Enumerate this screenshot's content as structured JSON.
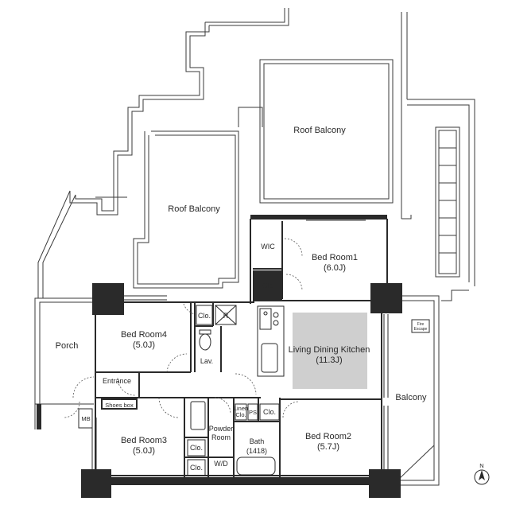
{
  "rooms": {
    "roof_balcony_upper": "Roof Balcony",
    "roof_balcony_lower": "Roof Balcony",
    "porch": "Porch",
    "bedroom1": {
      "name": "Bed Room1",
      "size": "(6.0J)"
    },
    "bedroom2": {
      "name": "Bed Room2",
      "size": "(5.7J)"
    },
    "bedroom3": {
      "name": "Bed Room3",
      "size": "(5.0J)"
    },
    "bedroom4": {
      "name": "Bed Room4",
      "size": "(5.0J)"
    },
    "ldk": {
      "name": "Living Dining Kitchen",
      "size": "(11.3J)"
    },
    "balcony": "Balcony",
    "wic": "WIC",
    "closet": "Clo.",
    "lav": "Lav.",
    "entrance": "Entrance",
    "shoes_box": "Shoes box",
    "mb": "MB",
    "powder_room": [
      "Powder",
      "Room"
    ],
    "bath": {
      "name": "Bath",
      "size": "(1418)"
    },
    "wd": "W/D",
    "linen_closet": [
      "Linen",
      "Clo."
    ],
    "ps": "PS",
    "refrigerator": "R",
    "fire_escape": [
      "Fire",
      "Escape"
    ]
  },
  "compass": {
    "label": "N"
  },
  "colors": {
    "wall": "#2a2a2a",
    "outline": "#3a3a3a",
    "kitchen_area": "#cfcfcf"
  }
}
